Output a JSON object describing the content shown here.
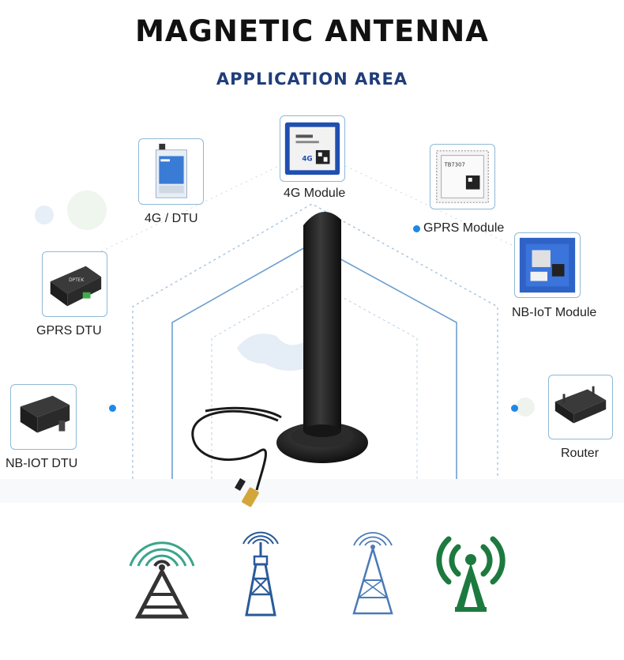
{
  "header": {
    "title": "MAGNETIC ANTENNA",
    "subtitle": "APPLICATION AREA"
  },
  "applications": [
    {
      "label": "4G Module",
      "icon": "4g-module-icon"
    },
    {
      "label": "4G / DTU",
      "icon": "4g-dtu-icon"
    },
    {
      "label": "GPRS Module",
      "icon": "gprs-module-icon"
    },
    {
      "label": "GPRS DTU",
      "icon": "gprs-dtu-icon"
    },
    {
      "label": "NB-IoT Module",
      "icon": "nb-iot-module-icon"
    },
    {
      "label": "NB-IOT DTU",
      "icon": "nb-iot-dtu-icon"
    },
    {
      "label": "Router",
      "icon": "router-icon"
    }
  ],
  "chip_text": {
    "module_4g": "4G",
    "gprs_module": "TB7307",
    "dtu": "DPTEK"
  },
  "towers": [
    {
      "icon": "signal-tower-gray-icon",
      "color": "#333333"
    },
    {
      "icon": "signal-tower-blue-icon",
      "color": "#2a5a9a"
    },
    {
      "icon": "signal-tower-lightblue-icon",
      "color": "#4a7ab8"
    },
    {
      "icon": "signal-tower-green-icon",
      "color": "#1d7a3e"
    }
  ],
  "colors": {
    "accent": "#1e88e5",
    "title": "#111111",
    "subtitle": "#1f3d7a",
    "card_border": "#8fb9d6"
  }
}
